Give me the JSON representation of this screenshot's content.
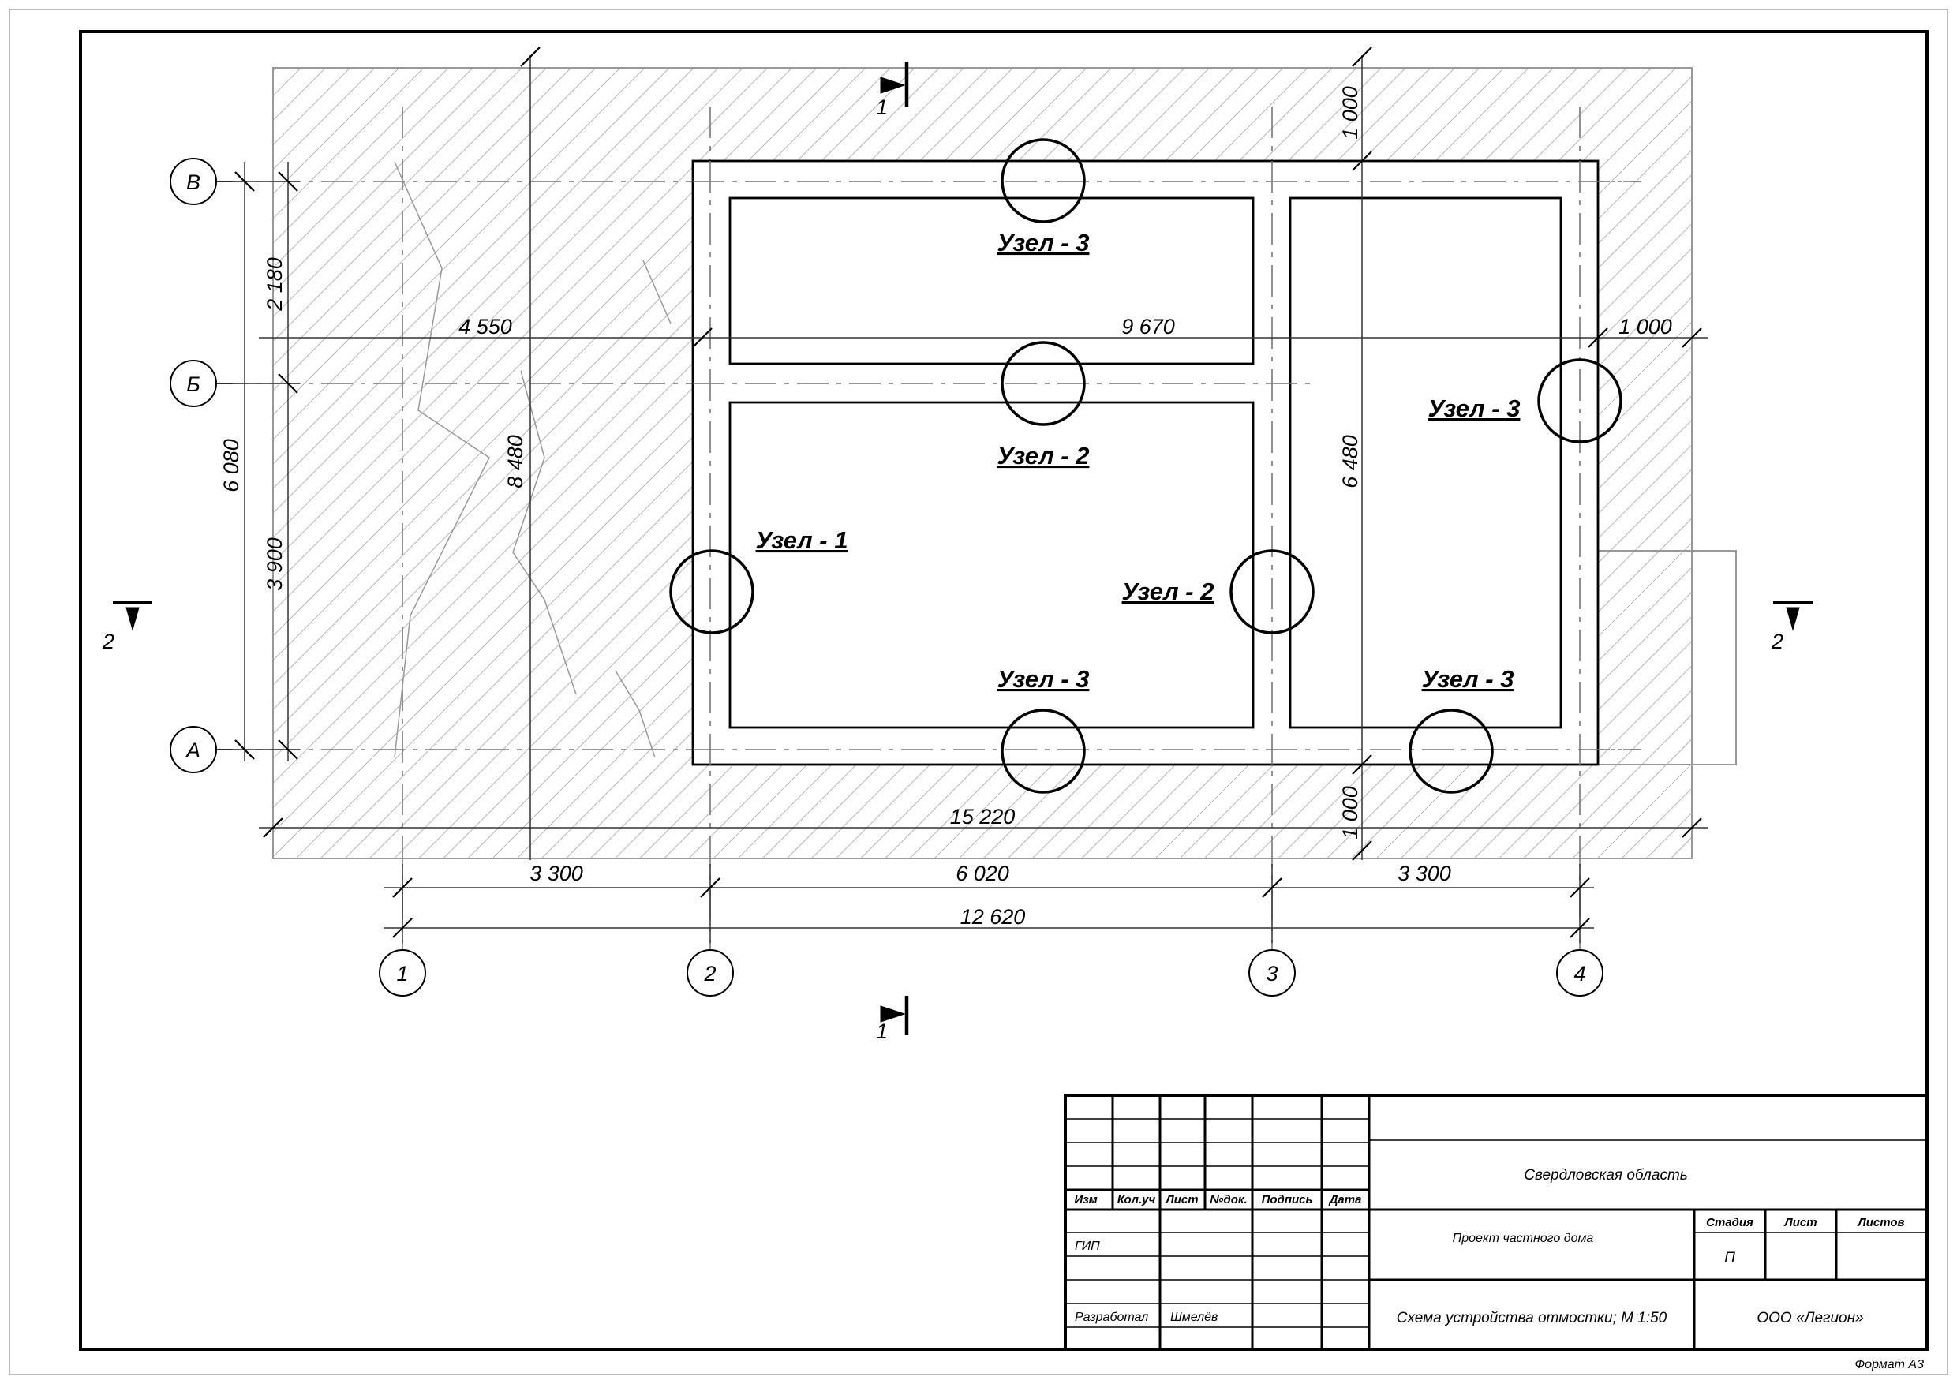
{
  "plan": {
    "row_axes": [
      "В",
      "Б",
      "А"
    ],
    "col_axes": [
      "1",
      "2",
      "3",
      "4"
    ],
    "section_marks": {
      "section_1": "1",
      "section_2": "2"
    },
    "dimensions": {
      "d_2180": "2 180",
      "d_3900": "3 900",
      "d_6080": "6 080",
      "d_4550": "4 550",
      "d_9670": "9 670",
      "d_1000_right": "1 000",
      "d_1000_top": "1 000",
      "d_1000_bottom": "1 000",
      "d_8480": "8 480",
      "d_6480": "6 480",
      "d_15220": "15 220",
      "d_3300_left": "3 300",
      "d_6020": "6 020",
      "d_3300_right": "3 300",
      "d_12620": "12 620"
    },
    "nodes": {
      "uzel_3_top": "Узел - 3",
      "uzel_2_middle": "Узел - 2",
      "uzel_1": "Узел - 1",
      "uzel_2_right": "Узел - 2",
      "uzel_3_bottom_left": "Узел - 3",
      "uzel_3_bottom_right": "Узел - 3",
      "uzel_3_right": "Узел - 3"
    }
  },
  "title_block": {
    "headers": {
      "izm": "Изм",
      "kol_uch": "Кол.уч",
      "list": "Лист",
      "ndok": "№док.",
      "podpis": "Подпись",
      "data": "Дата"
    },
    "roles": {
      "gip": "ГИП",
      "razrabotal": "Разработал"
    },
    "developer_name": "Шмелёв",
    "region": "Свердловская область",
    "project": "Проект частного дома",
    "sheet_title": "Схема устройства отмостки; М 1:50",
    "stage_header": "Стадия",
    "list_header": "Лист",
    "listov_header": "Листов",
    "stage_value": "П",
    "company": "ООО «Легион»"
  },
  "format_label": "Формат А3"
}
